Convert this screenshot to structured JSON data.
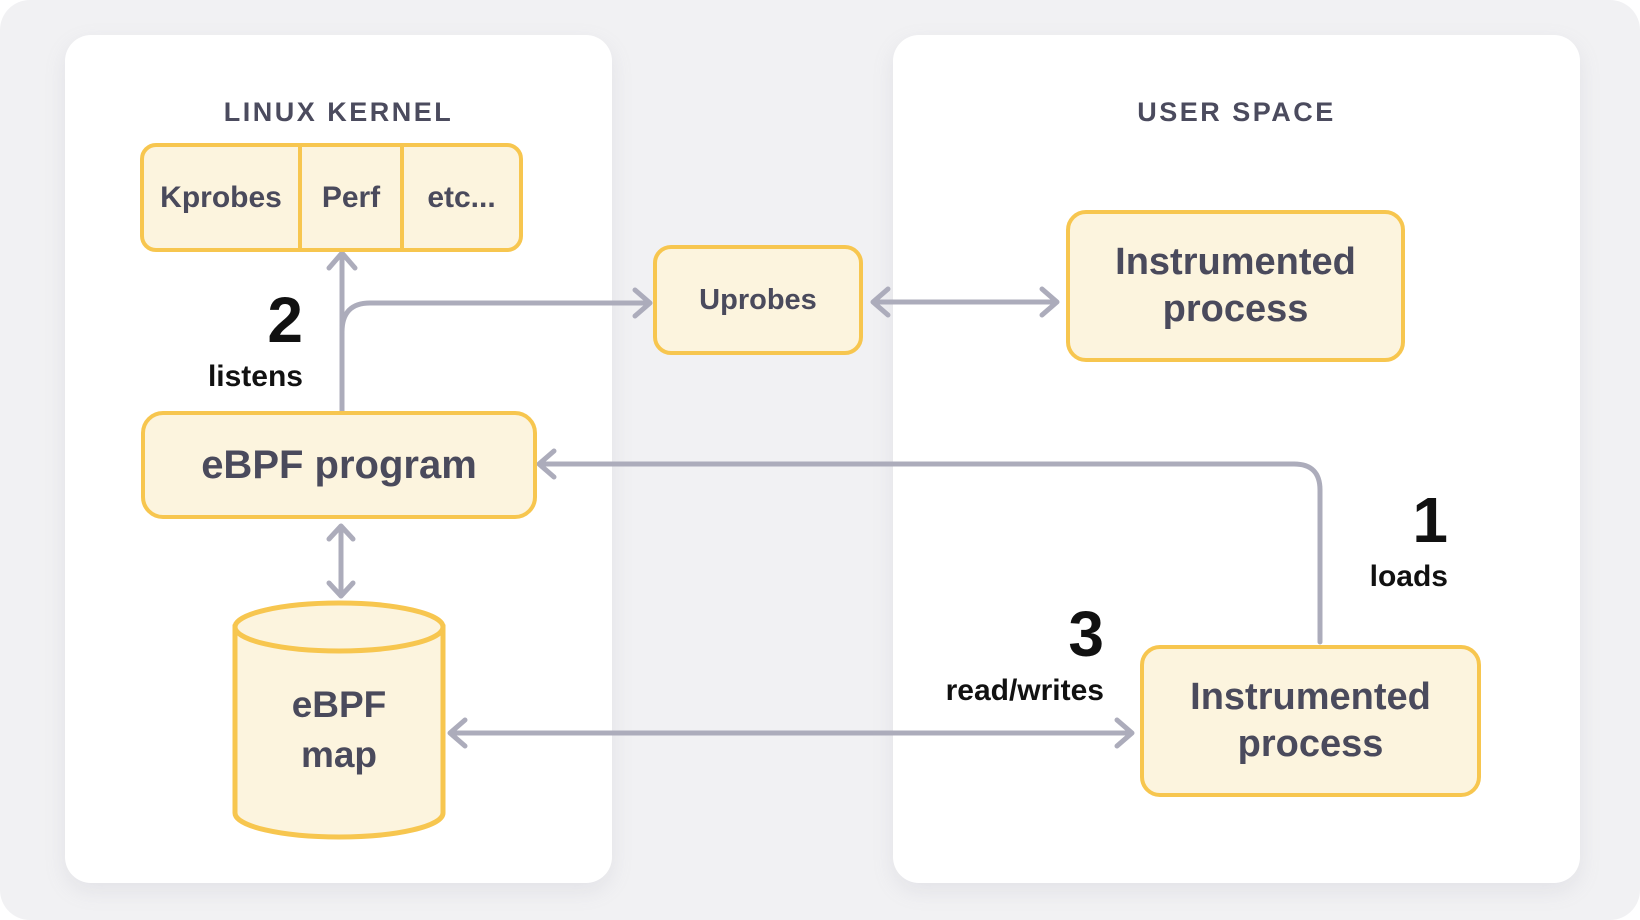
{
  "diagram": {
    "panels": {
      "kernel": {
        "title": "LINUX KERNEL"
      },
      "user": {
        "title": "USER SPACE"
      }
    },
    "nodes": {
      "probes": [
        "Kprobes",
        "Perf",
        "etc..."
      ],
      "uprobes": "Uprobes",
      "instrumented_top": "Instrumented process",
      "ebpf_program": "eBPF program",
      "ebpf_map_line1": "eBPF",
      "ebpf_map_line2": "map",
      "instrumented_bottom": "Instrumented process"
    },
    "steps": [
      {
        "number": "1",
        "label": "loads"
      },
      {
        "number": "2",
        "label": "listens"
      },
      {
        "number": "3",
        "label": "read/writes"
      }
    ],
    "edges": [
      {
        "from": "instrumented_bottom",
        "to": "ebpf_program",
        "step": "1"
      },
      {
        "from": "ebpf_program",
        "to": "probes",
        "step": "2"
      },
      {
        "from": "ebpf_program",
        "to": "uprobes",
        "step": "2"
      },
      {
        "from": "uprobes",
        "to": "instrumented_top",
        "bidirectional": true
      },
      {
        "from": "ebpf_program",
        "to": "ebpf_map",
        "bidirectional": true
      },
      {
        "from": "instrumented_bottom",
        "to": "ebpf_map",
        "step": "3",
        "bidirectional": true
      }
    ],
    "colors": {
      "background": "#F1F1F3",
      "panel": "#FFFFFF",
      "node_fill": "#FCF4DE",
      "node_border": "#F7C64F",
      "arrow": "#ACACBB",
      "node_text": "#4A4A5C",
      "title_text": "#4B4B5E",
      "step_text": "#111111"
    }
  }
}
